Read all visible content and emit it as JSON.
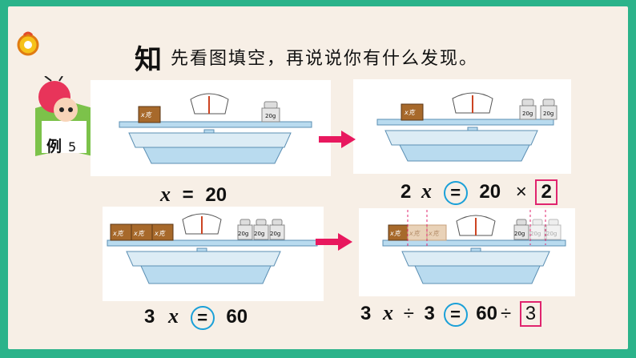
{
  "header": {
    "zhi": "知",
    "prompt": "先看图填空，再说说你有什么发现。"
  },
  "example": {
    "label": "例",
    "number": "5"
  },
  "weights": {
    "unknown": "x克",
    "known": "20g"
  },
  "equations": {
    "eq1": {
      "var": "x",
      "op": "=",
      "rhs": "20"
    },
    "eq2": {
      "coef": "2",
      "var": "x",
      "op": "=",
      "rhs": "20",
      "times": "×",
      "box": "2"
    },
    "eq3": {
      "coef": "3",
      "var": "x",
      "op": "=",
      "rhs": "60"
    },
    "eq4": {
      "coef": "3",
      "var": "x",
      "div": "÷",
      "divisor": "3",
      "op": "=",
      "rhs": "60",
      "div2": "÷",
      "box": "3"
    }
  },
  "colors": {
    "frame": "#2bb38a",
    "page": "#f7efe6",
    "arrow": "#e8185e",
    "box": "#e0246e",
    "circle": "#1aa0d8"
  }
}
